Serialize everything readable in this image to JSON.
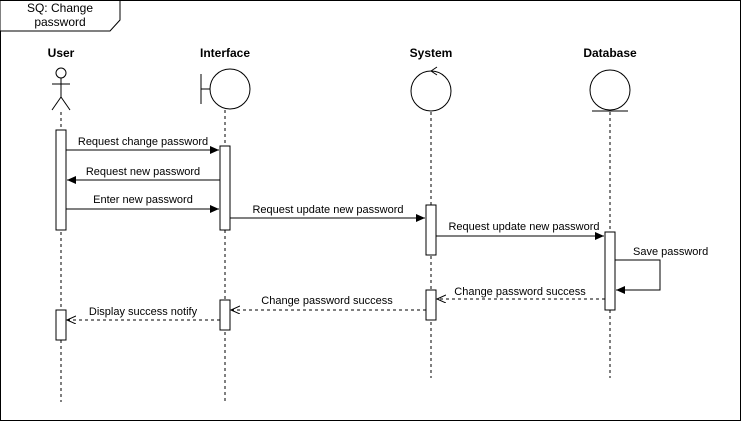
{
  "frame": {
    "title_line1": "SQ: Change",
    "title_line2": "password"
  },
  "participants": [
    {
      "key": "user",
      "name": "User",
      "icon": "actor-icon"
    },
    {
      "key": "interface",
      "name": "Interface",
      "icon": "boundary-icon"
    },
    {
      "key": "system",
      "name": "System",
      "icon": "control-icon"
    },
    {
      "key": "database",
      "name": "Database",
      "icon": "entity-icon"
    }
  ],
  "messages": [
    {
      "from": "user",
      "to": "interface",
      "label": "Request change password",
      "style": "solid"
    },
    {
      "from": "interface",
      "to": "user",
      "label": "Request new password",
      "style": "solid"
    },
    {
      "from": "user",
      "to": "interface",
      "label": "Enter new password",
      "style": "solid"
    },
    {
      "from": "interface",
      "to": "system",
      "label": "Request update new password",
      "style": "solid"
    },
    {
      "from": "system",
      "to": "database",
      "label": "Request update new password",
      "style": "solid"
    },
    {
      "from": "database",
      "to": "database",
      "label": "Save password",
      "style": "solid"
    },
    {
      "from": "database",
      "to": "system",
      "label": "Change password success",
      "style": "dashed"
    },
    {
      "from": "system",
      "to": "interface",
      "label": "Change password success",
      "style": "dashed"
    },
    {
      "from": "interface",
      "to": "user",
      "label": "Display success notify",
      "style": "dashed"
    }
  ],
  "colors": {
    "line": "#000000",
    "background": "#ffffff"
  }
}
